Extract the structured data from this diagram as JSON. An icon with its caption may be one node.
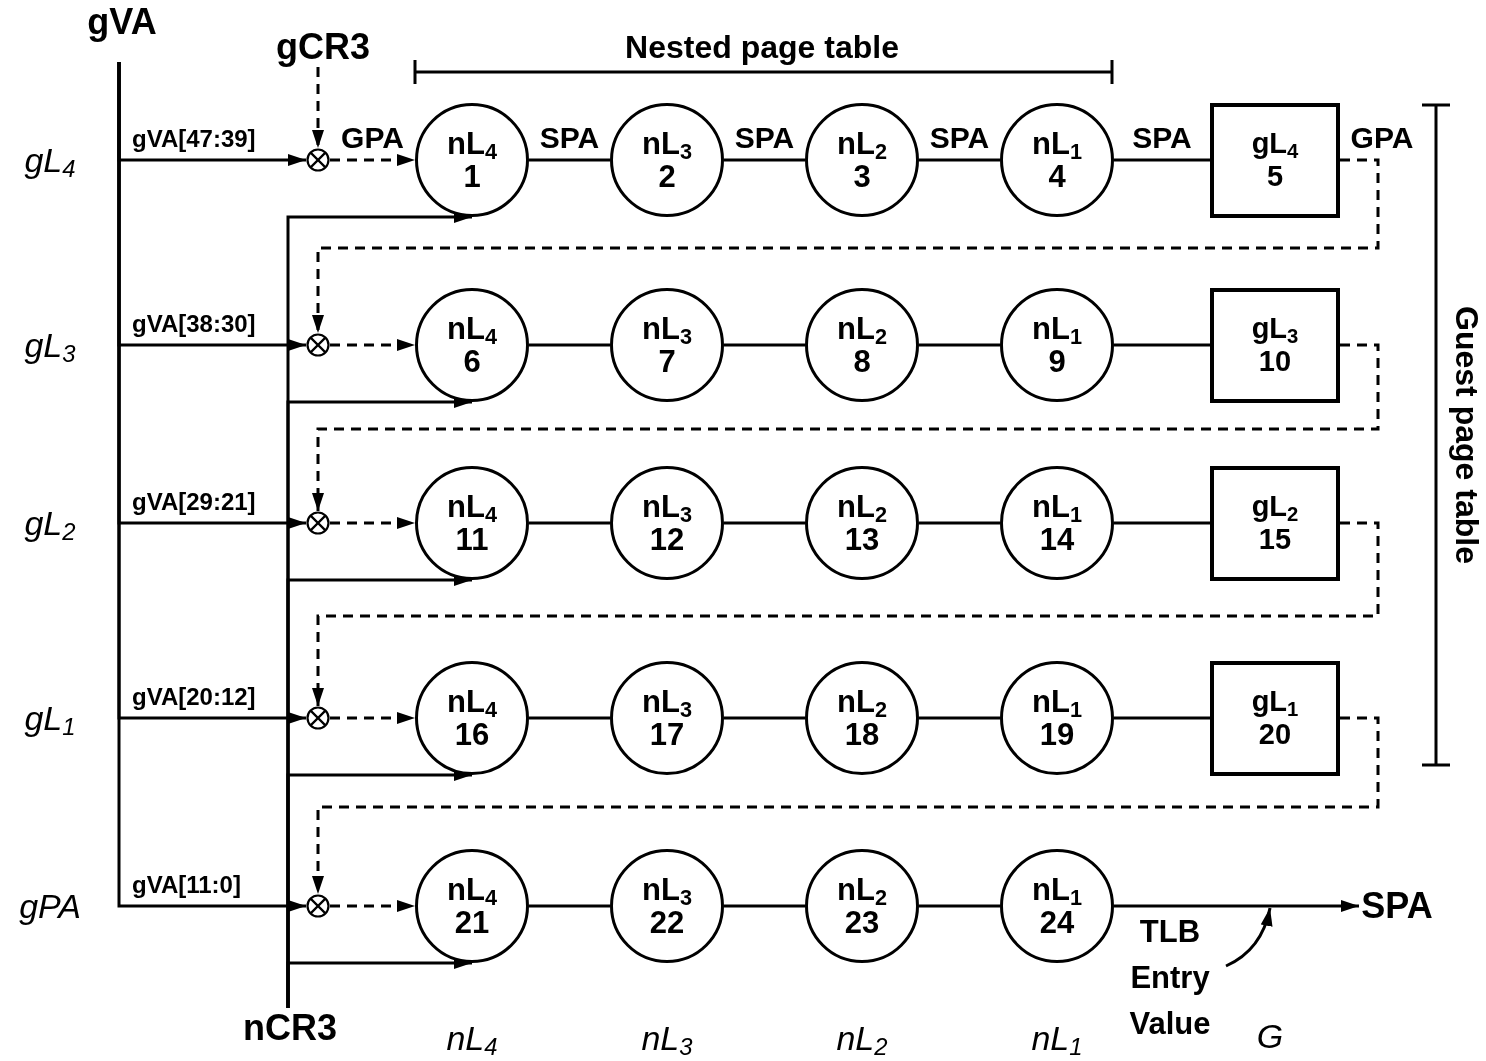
{
  "diagram": {
    "nodes": [
      {
        "text": [
          "gVA"
        ]
      },
      {
        "text": [
          "gCR3"
        ]
      },
      {
        "text": [],
        "shape": "circle"
      },
      {
        "text": [
          "nL$_{4}$",
          "1"
        ]
      },
      {
        "text": [
          "nL$_{3}$",
          "2"
        ]
      },
      {
        "text": [
          "nL$_{2}$",
          "3"
        ]
      },
      {
        "text": [
          "nL$_{1}$",
          "4"
        ]
      },
      {
        "text": [
          "gL$_{4}$",
          "5"
        ]
      },
      {
        "text": [],
        "shape": "circle"
      },
      {
        "text": [
          "nL$_{4}$",
          "6"
        ]
      },
      {
        "text": [
          "nL$_{3}$",
          "7"
        ]
      },
      {
        "text": [
          "nL$_{2}$",
          "8"
        ]
      },
      {
        "text": [
          "nL$_{1}$",
          "9"
        ]
      },
      {
        "text": [
          "gL$_{3}$",
          "10"
        ]
      },
      {
        "text": [],
        "shape": "circle"
      },
      {
        "text": [
          "nL$_{4}$",
          "11"
        ]
      },
      {
        "text": [
          "nL$_{3}$",
          "12"
        ]
      },
      {
        "text": [
          "nL$_{2}$",
          "13"
        ]
      },
      {
        "text": [
          "nL$_{1}$",
          "14"
        ]
      },
      {
        "text": [
          "gL$_{2}$",
          "15"
        ]
      },
      {
        "text": [],
        "shape": "circle"
      },
      {
        "text": [
          "nL$_{4}$",
          "16"
        ]
      },
      {
        "text": [
          "nL$_{3}$",
          "17"
        ]
      },
      {
        "text": [
          "nL$_{2}$",
          "18"
        ]
      },
      {
        "text": [
          "nL$_{1}$",
          "19"
        ]
      },
      {
        "text": [
          "gL$_{1}$",
          "20"
        ]
      },
      {
        "text": [],
        "shape": "circle"
      },
      {
        "text": [
          "nL$_{4}$",
          "21"
        ]
      },
      {
        "text": [
          "nL$_{3}$",
          "22"
        ]
      },
      {
        "text": [
          "nL$_{2}$",
          "23"
        ]
      },
      {
        "text": [
          "nL$_{1}$",
          "24"
        ]
      },
      {
        "text": [
          "SPA"
        ]
      },
      {
        "text": [
          "TLB Entry Value"
        ]
      },
      {
        "text": [
          "nCR3"
        ]
      }
    ],
    "edges": [
      {
        "from": 1,
        "to": 2,
        "arrow": "to",
        "style": "dashed"
      },
      {
        "from": 0,
        "to": 2,
        "arrow": "to",
        "label": "gVA[47:39]"
      },
      {
        "from": 0,
        "to": 8,
        "arrow": "to",
        "label": "gVA[38:30]"
      },
      {
        "from": 0,
        "to": 14,
        "arrow": "to",
        "label": "gVA[29:21]"
      },
      {
        "from": 0,
        "to": 20,
        "arrow": "to",
        "label": "gVA[20:12]"
      },
      {
        "from": 0,
        "to": 26,
        "arrow": "to",
        "label": "gVA[11:0]"
      },
      {
        "from": 2,
        "to": 3,
        "arrow": "to",
        "style": "dashed",
        "label": "GPA"
      },
      {
        "from": 3,
        "to": 4,
        "arrow": "none",
        "label": "SPA"
      },
      {
        "from": 4,
        "to": 5,
        "arrow": "none",
        "label": "SPA"
      },
      {
        "from": 5,
        "to": 6,
        "arrow": "none",
        "label": "SPA"
      },
      {
        "from": 6,
        "to": 7,
        "arrow": "none",
        "label": "SPA"
      },
      {
        "from": 7,
        "to": 8,
        "arrow": "to",
        "style": "dashed",
        "label": "GPA"
      },
      {
        "from": 8,
        "to": 9,
        "arrow": "to",
        "style": "dashed"
      },
      {
        "from": 9,
        "to": 10,
        "arrow": "none"
      },
      {
        "from": 10,
        "to": 11,
        "arrow": "none"
      },
      {
        "from": 11,
        "to": 12,
        "arrow": "none"
      },
      {
        "from": 12,
        "to": 13,
        "arrow": "none"
      },
      {
        "from": 13,
        "to": 14,
        "arrow": "to",
        "style": "dashed"
      },
      {
        "from": 14,
        "to": 15,
        "arrow": "to",
        "style": "dashed"
      },
      {
        "from": 15,
        "to": 16,
        "arrow": "none"
      },
      {
        "from": 16,
        "to": 17,
        "arrow": "none"
      },
      {
        "from": 17,
        "to": 18,
        "arrow": "none"
      },
      {
        "from": 18,
        "to": 19,
        "arrow": "none"
      },
      {
        "from": 19,
        "to": 20,
        "arrow": "to",
        "style": "dashed"
      },
      {
        "from": 20,
        "to": 21,
        "arrow": "to",
        "style": "dashed"
      },
      {
        "from": 21,
        "to": 22,
        "arrow": "none"
      },
      {
        "from": 22,
        "to": 23,
        "arrow": "none"
      },
      {
        "from": 23,
        "to": 24,
        "arrow": "none"
      },
      {
        "from": 24,
        "to": 25,
        "arrow": "none"
      },
      {
        "from": 25,
        "to": 26,
        "arrow": "to",
        "style": "dashed"
      },
      {
        "from": 26,
        "to": 27,
        "arrow": "to",
        "style": "dashed"
      },
      {
        "from": 27,
        "to": 28,
        "arrow": "none"
      },
      {
        "from": 28,
        "to": 29,
        "arrow": "none"
      },
      {
        "from": 29,
        "to": 30,
        "arrow": "none"
      },
      {
        "from": 30,
        "to": 31,
        "arrow": "to"
      },
      {
        "from": 33,
        "to": 3,
        "arrow": "to"
      },
      {
        "from": 33,
        "to": 9,
        "arrow": "to"
      },
      {
        "from": 33,
        "to": 15,
        "arrow": "to"
      },
      {
        "from": 33,
        "to": 21,
        "arrow": "to"
      },
      {
        "from": 33,
        "to": 27,
        "arrow": "to"
      },
      {
        "from": 32,
        "to": null,
        "arrow": "to"
      }
    ],
    "labels": [
      "Nested page table",
      "Guest page table",
      "gL$_{4}$",
      "gL$_{3}$",
      "gL$_{2}$",
      "gL$_{1}$",
      "gPA",
      "nL$_{4}$",
      "nL$_{3}$",
      "nL$_{2}$",
      "nL$_{1}$",
      "G"
    ]
  }
}
